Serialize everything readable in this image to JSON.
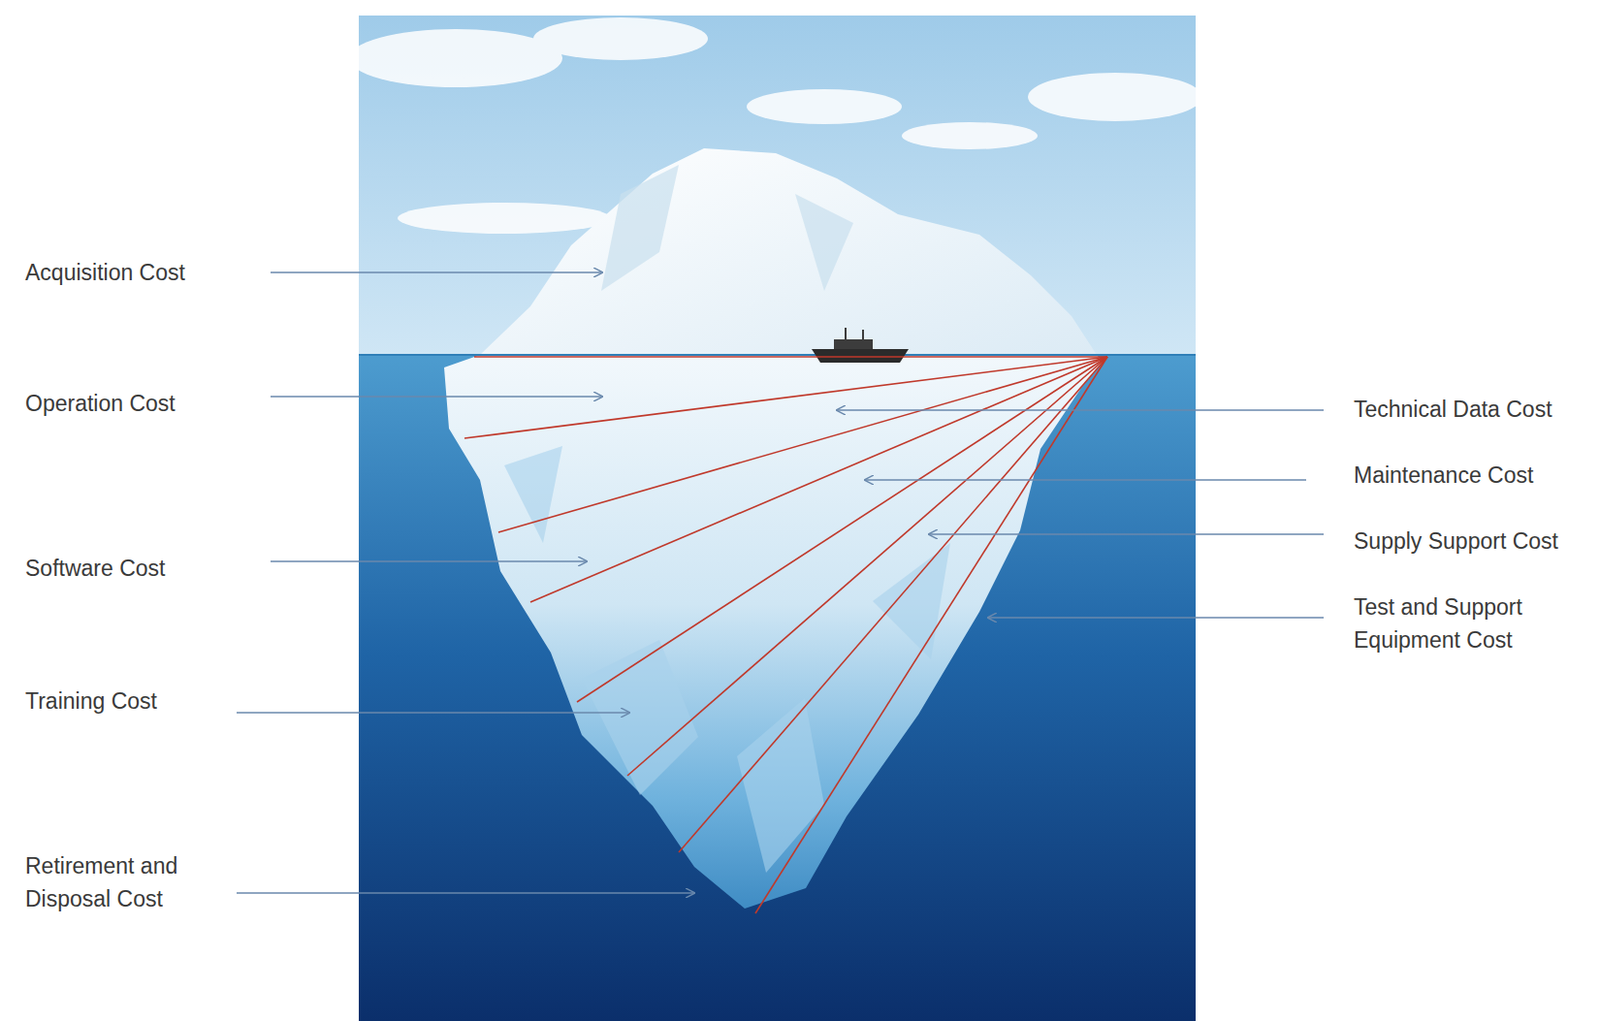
{
  "diagram": {
    "labels": [
      "Acquisition Cost",
      "Operation Cost",
      "Software Cost",
      "Training Cost",
      "Retirement and Disposal Cost",
      "Technical Data Cost",
      "Maintenance Cost",
      "Supply Support Cost",
      "Test and Support Equipment Cost"
    ]
  }
}
